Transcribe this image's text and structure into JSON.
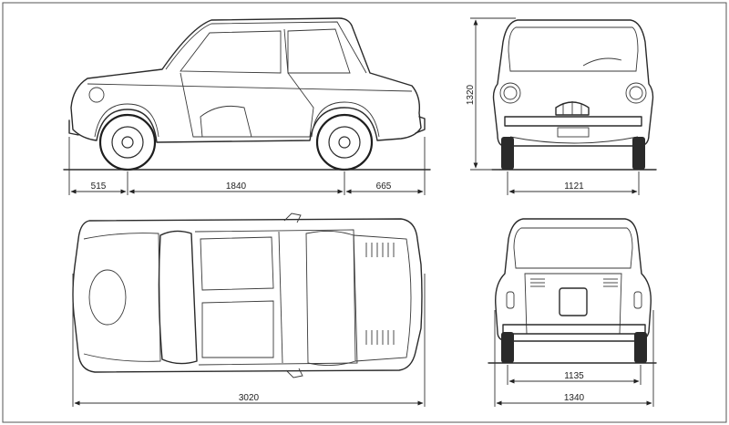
{
  "views": {
    "side": {
      "dims": {
        "front_overhang": "515",
        "wheelbase": "1840",
        "rear_overhang": "665"
      }
    },
    "front": {
      "dims": {
        "height": "1320",
        "front_track": "1121"
      }
    },
    "top": {
      "dims": {
        "length": "3020"
      }
    },
    "rear": {
      "dims": {
        "rear_track": "1135",
        "width": "1340"
      }
    }
  },
  "colors": {
    "line": "#2a2a2a",
    "paper": "#ffffff"
  }
}
